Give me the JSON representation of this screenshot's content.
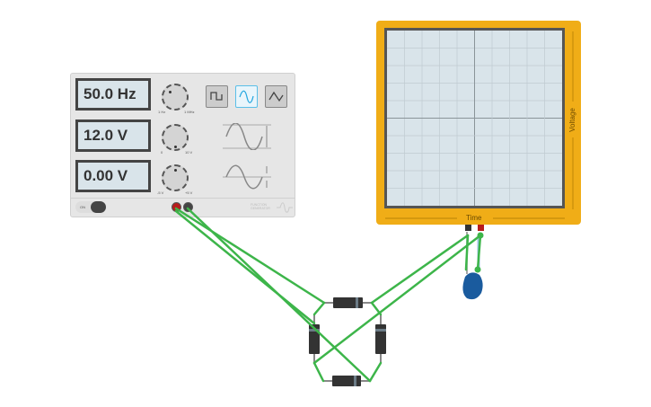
{
  "function_generator": {
    "frequency_display": "50.0 Hz",
    "amplitude_display": "12.0 V",
    "offset_display": "0.00 V",
    "frequency_knob": {
      "min_label": "1 Hz",
      "max_label": "1 MHz"
    },
    "amplitude_knob": {
      "min_label": "0",
      "max_label": "10 V"
    },
    "offset_knob": {
      "min_label": "-5 V",
      "max_label": "+5 V"
    },
    "waveforms": [
      "square",
      "sine",
      "triangle"
    ],
    "selected_waveform": "sine",
    "power_label": "ON",
    "brand_label": "FUNCTION GENERATOR"
  },
  "oscilloscope": {
    "x_axis_label": "Time",
    "y_axis_label": "Voltage",
    "grid_divisions": 10
  },
  "colors": {
    "wire": "#3db54a",
    "scope_body": "#f0ad17",
    "sine_selected": "#29a8e0",
    "capacitor": "#1a5b9e"
  }
}
